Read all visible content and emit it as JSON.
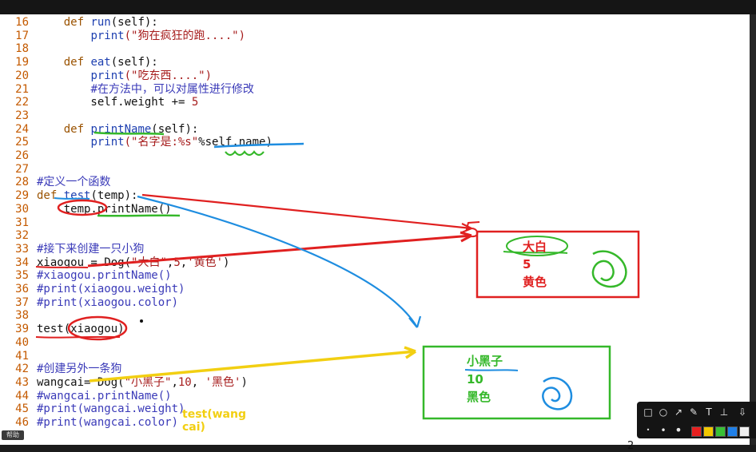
{
  "editor": {
    "lines": [
      {
        "n": "16",
        "tokens": [
          {
            "t": "    ",
            "c": "pl"
          },
          {
            "t": "def ",
            "c": "kw"
          },
          {
            "t": "run",
            "c": "fn"
          },
          {
            "t": "(self):",
            "c": "pl"
          }
        ]
      },
      {
        "n": "17",
        "tokens": [
          {
            "t": "        ",
            "c": "pl"
          },
          {
            "t": "print",
            "c": "fn"
          },
          {
            "t": "(\"狗在疯狂的跑....\")",
            "c": "str"
          }
        ]
      },
      {
        "n": "18",
        "tokens": []
      },
      {
        "n": "19",
        "tokens": [
          {
            "t": "    ",
            "c": "pl"
          },
          {
            "t": "def ",
            "c": "kw"
          },
          {
            "t": "eat",
            "c": "fn"
          },
          {
            "t": "(self):",
            "c": "pl"
          }
        ]
      },
      {
        "n": "20",
        "tokens": [
          {
            "t": "        ",
            "c": "pl"
          },
          {
            "t": "print",
            "c": "fn"
          },
          {
            "t": "(\"吃东西....\")",
            "c": "str"
          }
        ]
      },
      {
        "n": "21",
        "tokens": [
          {
            "t": "        ",
            "c": "pl"
          },
          {
            "t": "#在方法中，可以对属性进行修改",
            "c": "cm"
          }
        ]
      },
      {
        "n": "22",
        "tokens": [
          {
            "t": "        self.weight += ",
            "c": "pl"
          },
          {
            "t": "5",
            "c": "str"
          }
        ]
      },
      {
        "n": "23",
        "tokens": []
      },
      {
        "n": "24",
        "tokens": [
          {
            "t": "    ",
            "c": "pl"
          },
          {
            "t": "def ",
            "c": "kw"
          },
          {
            "t": "printName",
            "c": "fn"
          },
          {
            "t": "(self):",
            "c": "pl"
          }
        ]
      },
      {
        "n": "25",
        "tokens": [
          {
            "t": "        ",
            "c": "pl"
          },
          {
            "t": "print",
            "c": "fn"
          },
          {
            "t": "(\"名字是:%s\"",
            "c": "str"
          },
          {
            "t": "%self.name)",
            "c": "pl"
          }
        ]
      },
      {
        "n": "26",
        "tokens": []
      },
      {
        "n": "27",
        "tokens": []
      },
      {
        "n": "28",
        "tokens": [
          {
            "t": "#定义一个函数",
            "c": "cm"
          }
        ]
      },
      {
        "n": "29",
        "tokens": [
          {
            "t": "def ",
            "c": "kw"
          },
          {
            "t": "test",
            "c": "fn"
          },
          {
            "t": "(temp):",
            "c": "pl"
          }
        ]
      },
      {
        "n": "30",
        "tokens": [
          {
            "t": "    temp.printName()",
            "c": "pl"
          }
        ]
      },
      {
        "n": "31",
        "tokens": []
      },
      {
        "n": "32",
        "tokens": []
      },
      {
        "n": "33",
        "tokens": [
          {
            "t": "#接下来创建一只小狗",
            "c": "cm"
          }
        ]
      },
      {
        "n": "34",
        "tokens": [
          {
            "t": "xiaogou = Dog(",
            "c": "pl"
          },
          {
            "t": "\"大白\"",
            "c": "str"
          },
          {
            "t": ",",
            "c": "pl"
          },
          {
            "t": "5",
            "c": "str"
          },
          {
            "t": ",",
            "c": "pl"
          },
          {
            "t": "'黄色'",
            "c": "str"
          },
          {
            "t": ")",
            "c": "pl"
          }
        ]
      },
      {
        "n": "35",
        "tokens": [
          {
            "t": "#xiaogou.printName()",
            "c": "cm"
          }
        ]
      },
      {
        "n": "36",
        "tokens": [
          {
            "t": "#print(xiaogou.weight)",
            "c": "cm"
          }
        ]
      },
      {
        "n": "37",
        "tokens": [
          {
            "t": "#print(xiaogou.color)",
            "c": "cm"
          }
        ]
      },
      {
        "n": "38",
        "tokens": []
      },
      {
        "n": "39",
        "tokens": [
          {
            "t": "test(xiaogou)",
            "c": "pl"
          }
        ]
      },
      {
        "n": "40",
        "tokens": []
      },
      {
        "n": "41",
        "tokens": []
      },
      {
        "n": "42",
        "tokens": [
          {
            "t": "#创建另外一条狗",
            "c": "cm"
          }
        ]
      },
      {
        "n": "43",
        "tokens": [
          {
            "t": "wangcai= Dog(",
            "c": "pl"
          },
          {
            "t": "\"小黑子\"",
            "c": "str"
          },
          {
            "t": ",",
            "c": "pl"
          },
          {
            "t": "10",
            "c": "str"
          },
          {
            "t": ", ",
            "c": "pl"
          },
          {
            "t": "'黑色'",
            "c": "str"
          },
          {
            "t": ")",
            "c": "pl"
          }
        ]
      },
      {
        "n": "44",
        "tokens": [
          {
            "t": "#wangcai.printName()",
            "c": "cm"
          }
        ]
      },
      {
        "n": "45",
        "tokens": [
          {
            "t": "#print(wangcai.weight)",
            "c": "cm"
          }
        ]
      },
      {
        "n": "46",
        "tokens": [
          {
            "t": "#print(wangcai.color)",
            "c": "cm"
          }
        ]
      }
    ]
  },
  "annotations": {
    "red_box": {
      "name": "大白",
      "weight": "5",
      "color": "黄色"
    },
    "green_box": {
      "name": "小黑子",
      "weight": "10",
      "color": "黑色"
    },
    "scribble_label_line1": "test(wang",
    "scribble_label_line2": "cai)",
    "mark_5": "5"
  },
  "status": {
    "label": "帮助"
  },
  "corner_number": "2",
  "colors": {
    "red": "#e02020",
    "green": "#35b82a",
    "blue": "#1e8de0",
    "yellow": "#f2cf12",
    "purple": "#7b3fd0"
  },
  "toolbar": {
    "tools": [
      "rectangle-icon",
      "ellipse-icon",
      "arrow-icon",
      "pen-icon",
      "text-icon",
      "pin-icon",
      "download-icon"
    ],
    "swatches": [
      "#e62020",
      "#f2c800",
      "#39c035",
      "#2080e8",
      "#f0f0f0"
    ]
  }
}
